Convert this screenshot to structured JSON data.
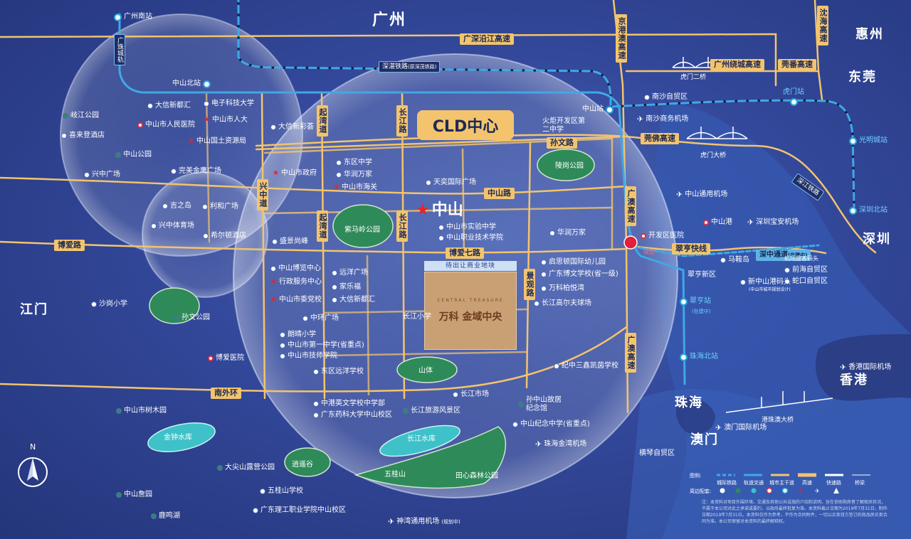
{
  "cities": {
    "guangzhou": "广州",
    "huizhou": "惠州",
    "dongguan": "东莞",
    "shenzhen": "深圳",
    "jiangmen": "江门",
    "zhuhai": "珠海",
    "macau": "澳门",
    "hongkong": "香港",
    "zhongshan": "中山"
  },
  "cld_label": "CLD中心",
  "project": {
    "bar_label": "待出让商业地块",
    "name": "万科 金域中央",
    "name_en": "CENTRAL TREASURE"
  },
  "roads": {
    "guangshen_coastal": "广深沿江高速",
    "guangzhou_ring": "广州绕城高速",
    "guanpan": "莞番高速",
    "guanfo": "莞佛高速",
    "jinggang_ao": "京港澳高速",
    "shenfan": "沈海高速",
    "guangao_north": "广澳高速",
    "guangao_south": "广澳高速",
    "qiwan_north": "起湾道",
    "qiwan_south": "起湾道",
    "changjiang_north": "长江路",
    "changjiang_south": "长江路",
    "sunwen": "孙文路",
    "zhongshan_rd": "中山路",
    "xingzhong": "兴中道",
    "boai": "博爱路",
    "boai7": "博爱七路",
    "jingguan": "景观路",
    "nanwaihuan": "南外环",
    "cuiheng_express": "翠亨快线",
    "shenzhong": "深中通道",
    "shenzhong_note": "(在建中)"
  },
  "railways": {
    "shenzhan": "深湛铁路",
    "shenzhan_note": "(原深茂铁路)",
    "guangzhu": "广珠城轨",
    "shenjiang": "深江铁路"
  },
  "stations": {
    "guangzhou_south": "广州南站",
    "zhongshan_north": "中山北站",
    "zhongshan": "中山站",
    "humen": "虎门站",
    "guangming": "光明城站",
    "shenzhen_north": "深圳北站",
    "cuiheng": "翠亨站",
    "cuiheng_note": "(在建中)",
    "zhuhai_north": "珠海北站"
  },
  "pois_left": [
    "岐江公园",
    "喜来登酒店",
    "中山公园",
    "兴中广场",
    "大信新都汇",
    "中山市人民医院",
    "电子科技大学",
    "中山市人大",
    "中山国土资源局",
    "完美金鹰广场",
    "吉之岛",
    "利和广场",
    "兴中体育场",
    "希尔顿酒店",
    "大信新彩荟",
    "中山市政府",
    "盛景尚峰",
    "沙岗小学",
    "孙文公园",
    "博爱医院",
    "中山市树木园",
    "金钟水库",
    "大尖山露营公园",
    "逍遥谷",
    "五桂山学校",
    "中山詹园",
    "鹿鸣湖",
    "广东理工职业学院中山校区"
  ],
  "pois_center": [
    "东区中学",
    "华润万家",
    "中山市海关",
    "紫马岭公园",
    "中山博览中心",
    "行政服务中心",
    "中山市委党校",
    "远洋广场",
    "家乐福",
    "大信新都汇",
    "中环广场",
    "朗晴小学",
    "中山市第一中学(省重点)",
    "中山市技师学院",
    "东区远洋学校",
    "长江小学",
    "山体",
    "中港英文学校中学部",
    "广东药科大学中山校区",
    "长江市场",
    "长江旅游风景区",
    "长江水库",
    "五桂山",
    "田心森林公园",
    "天奕国际广场",
    "中山市实验中学",
    "中山职业技术学院",
    "火炬开发区第二中学",
    "陵岗公园",
    "华润万家",
    "启思顿国际幼儿园",
    "广东博文学校(省一级)",
    "万科柏悦湾",
    "长江高尔夫球场",
    "纪中三鑫凯茵学校",
    "孙中山故居纪念馆",
    "中山纪念中学(省重点)",
    "珠海金湾机场",
    "横琴自贸区",
    "神湾通用机场",
    "(规划中)"
  ],
  "pois_east": [
    "南沙自贸区",
    "南沙商务机场",
    "虎门二桥",
    "虎门大桥",
    "中山通用机场",
    "中山港",
    "深圳宝安机场",
    "开发区医院",
    "马鞍岛",
    "翠亨新区",
    "新中山港码头",
    "机场旅客码头",
    "前海自贸区",
    "蛇口自贸区",
    "澳门国际机场",
    "港珠澳大桥",
    "香港国际机场"
  ],
  "pois_east_notes": {
    "xinzhongshan": "(中山市城市规划设计)",
    "kaifaqu_tag": "规划"
  },
  "zhongshan_star_label": "中山",
  "compass_label": "N",
  "legend": {
    "title_lines": "图例:",
    "title_poi": "周边配套:",
    "labels": [
      "城际铁路",
      "轨道交通",
      "城市主干道",
      "高速",
      "快速路",
      "桥梁"
    ],
    "note": "注：本资料对项目外围环境、交通及其他公共设施的介绍和说明，旨在协助购房者了解相关状况，不属于本公司对此之承诺或要约，以政府最终批复为准。本资料截止日期为2019年7月31日，制作日期2019年7月31日。本资料仅作为参考，不作为合同附件，一切以买卖双方签订的商品房买卖合同为准。本公司保留对本资料的最终解释权。"
  },
  "colors": {
    "road": "#f3c46d",
    "rail_blue": "#3fa9e6",
    "sea": "#2f4ea6",
    "park": "#2f8a5a",
    "water": "#3ec1c9",
    "project": "#c9a073",
    "star": "#e3252f"
  }
}
